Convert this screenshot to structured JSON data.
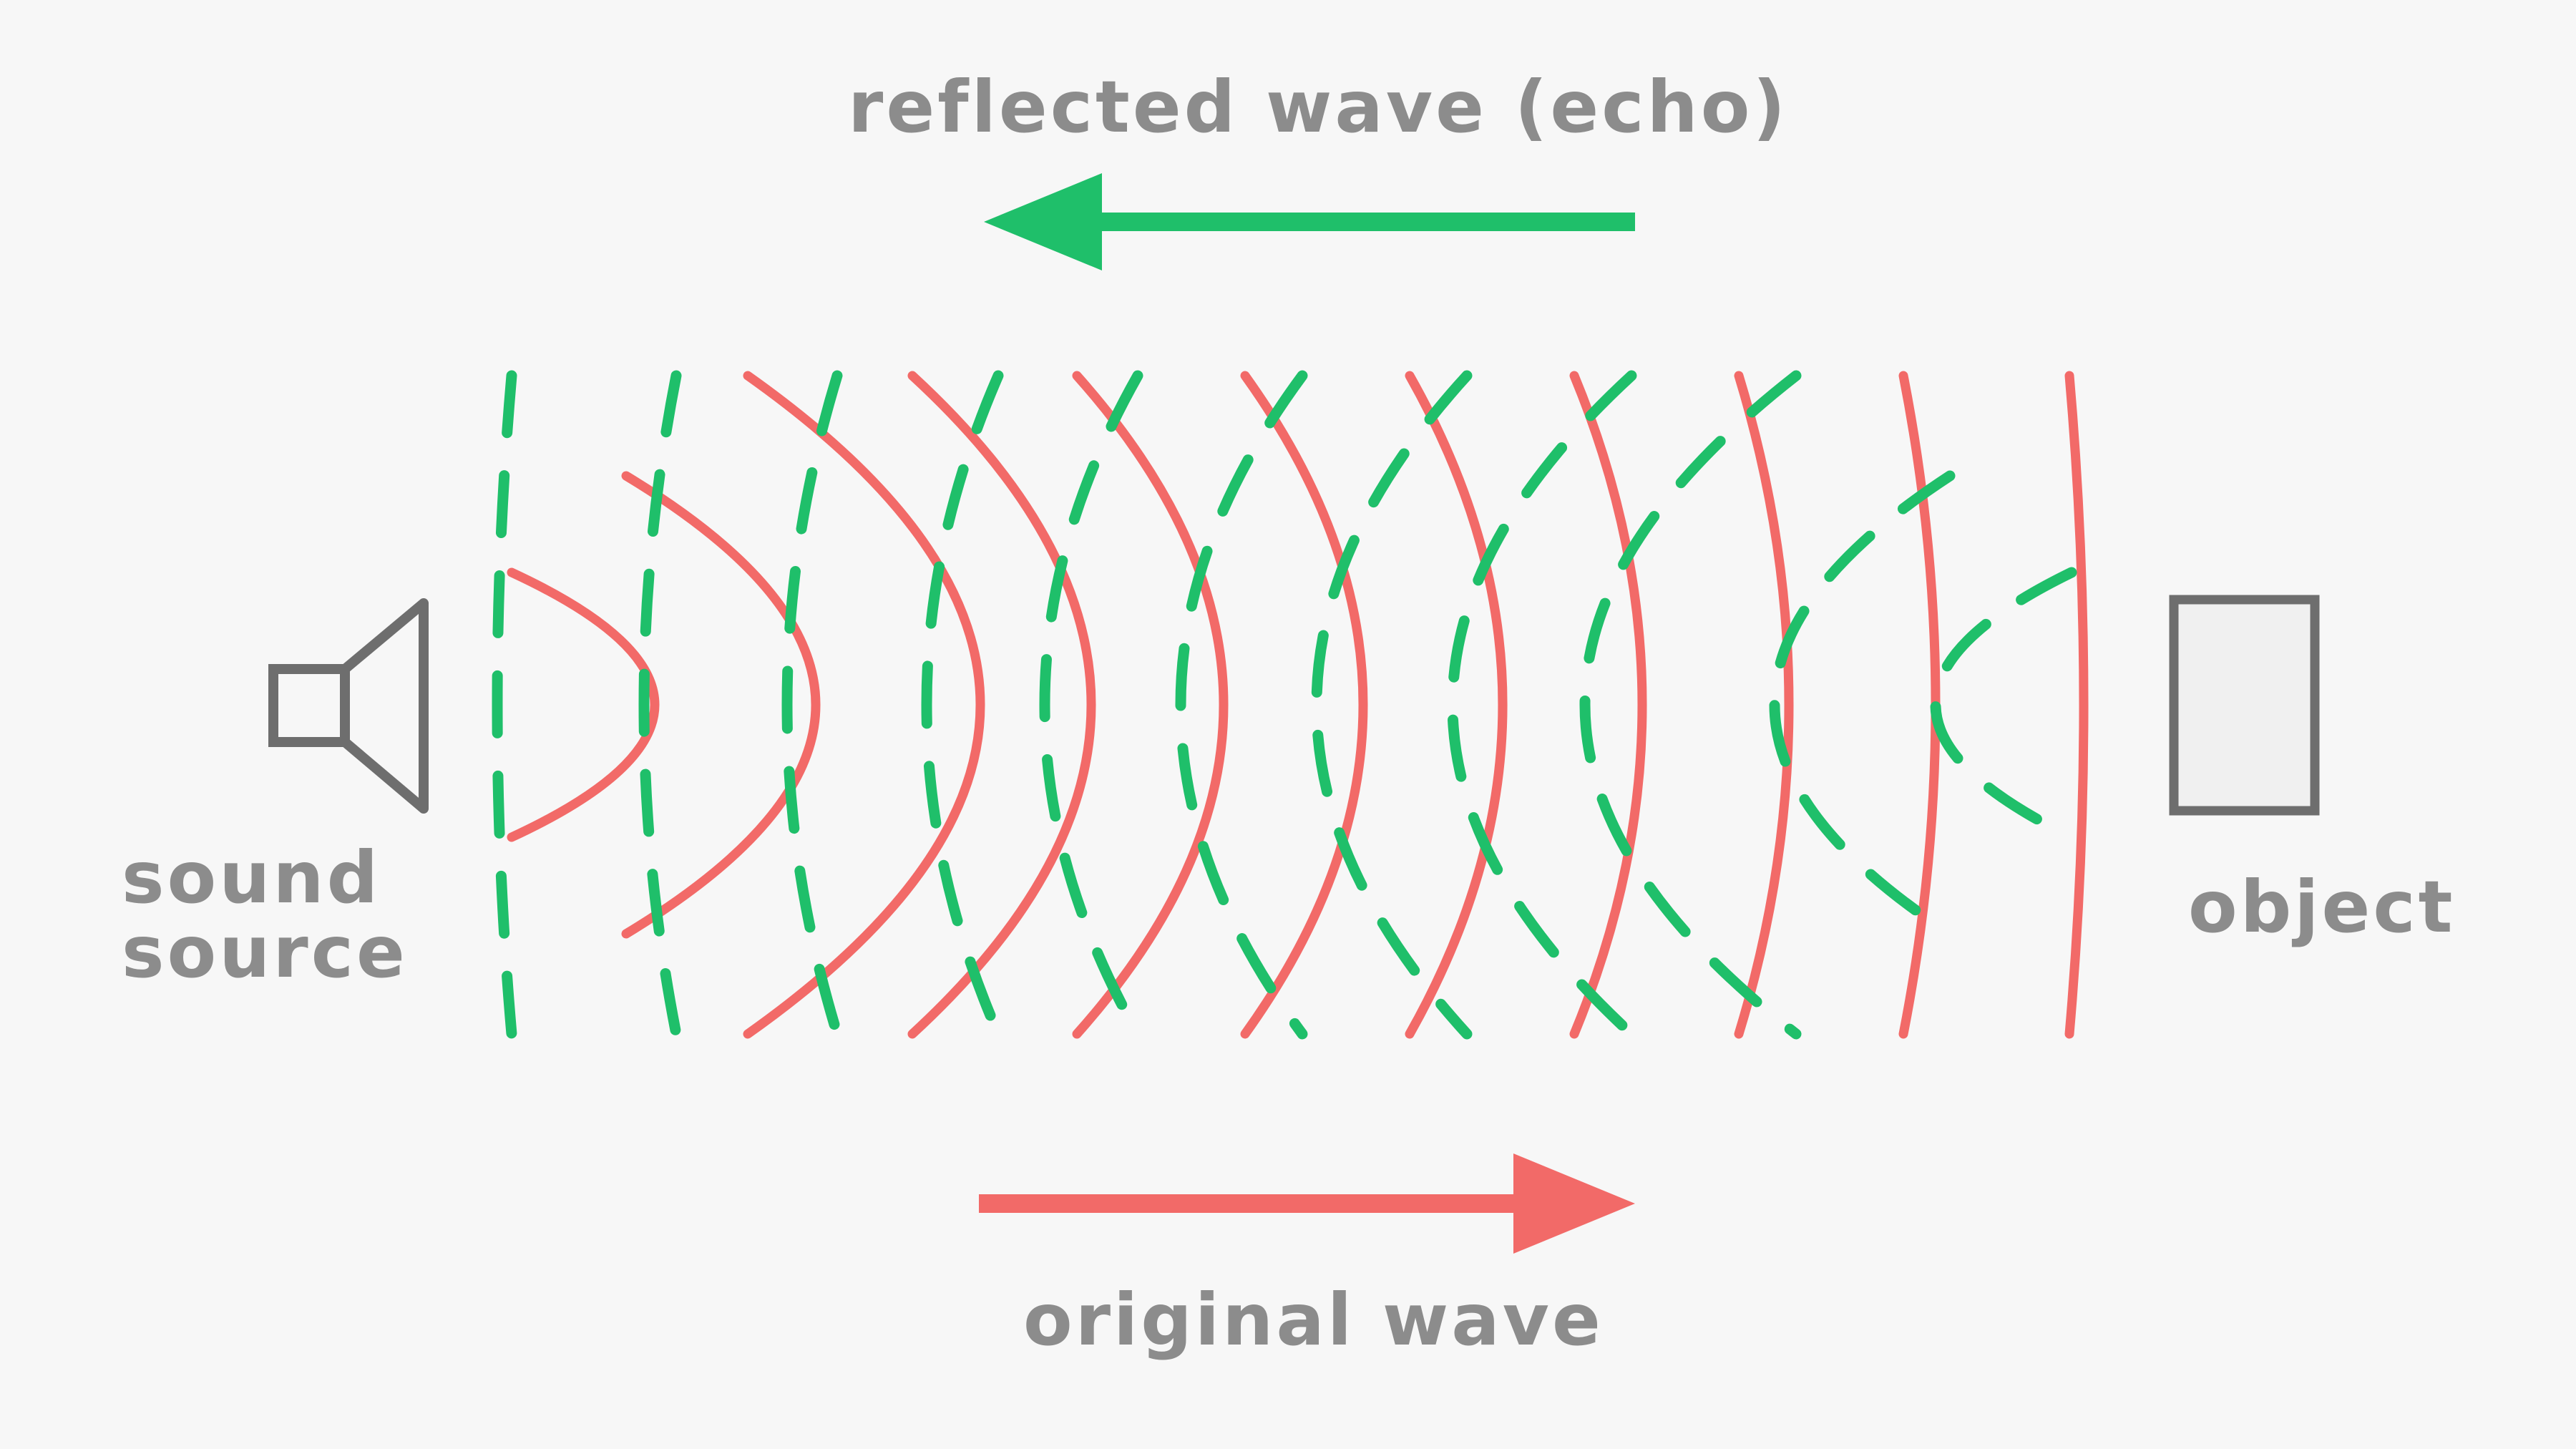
{
  "labels": {
    "reflected": "reflected wave (echo)",
    "original": "original wave",
    "source_line1": "sound",
    "source_line2": "source",
    "object": "object"
  },
  "colors": {
    "original_wave": "#f26a68",
    "reflected_wave": "#1fbf6a",
    "outline": "#6e6e6e",
    "text": "#8c8c8c",
    "background": "#f7f7f7"
  },
  "icons": {
    "source": "speaker-icon",
    "object": "rectangle-object-icon"
  }
}
